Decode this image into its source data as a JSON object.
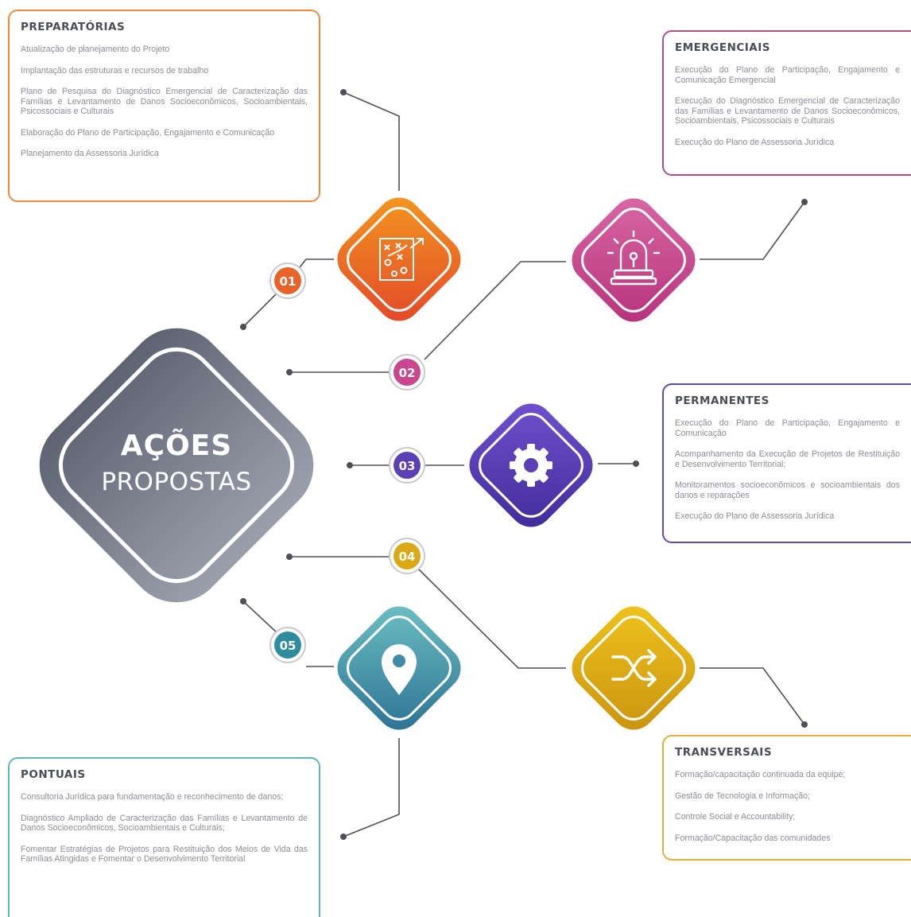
{
  "center": {
    "line1": "AÇÕES",
    "line2": "PROPOSTAS"
  },
  "nodes": [
    {
      "number": "01",
      "icon": "strategy-board-icon",
      "color": "#e8632a"
    },
    {
      "number": "02",
      "icon": "alarm-siren-icon",
      "color": "#c8478f"
    },
    {
      "number": "03",
      "icon": "gear-icon",
      "color": "#5a3fb5"
    },
    {
      "number": "04",
      "icon": "shuffle-arrows-icon",
      "color": "#d9aa16"
    },
    {
      "number": "05",
      "icon": "location-pin-icon",
      "color": "#2e8c9e"
    }
  ],
  "boxes": {
    "preparatorias": {
      "title": "PREPARATÓRIAS",
      "items": [
        "Atualização de planejamento do Projeto",
        "Implantação das estruturas e recursos de trabalho",
        "Plano de Pesquisa do Diagnóstico Emergencial de Caracterização das Famílias e Levantamento de Danos Socioeconômicos, Socioambientais, Psicossociais e Culturais",
        "Elaboração do Plano de Participação, Engajamento e Comunicação",
        "Planejamento da Assessoria Jurídica"
      ]
    },
    "emergenciais": {
      "title": "EMERGENCIAIS",
      "items": [
        "Execução do Plano de Participação, Engajamento e Comunicação Emergencial",
        "Execução do Diagnóstico Emergencial de Caracterização das Famílias e Levantamento de Danos Socioeconômicos, Socioambientais, Psicossociais e Culturais",
        "Execução do Plano de Assessoria Jurídica"
      ]
    },
    "permanentes": {
      "title": "PERMANENTES",
      "items": [
        "Execução do Plano de Participação, Engajamento e Comunicação",
        "Acompanhamento da Execução de Projetos de Restituição e Desenvolvimento Territorial;",
        "Monitoramentos socioeconômicos e socioambientais dos danos e reparações",
        "Execução do Plano de Assessoria Jurídica"
      ]
    },
    "transversais": {
      "title": "TRANSVERSAIS",
      "items": [
        "Formação/capacitação continuada da equipe;",
        "Gestão de Tecnologia e Informação;",
        "Controle Social e Accountability;",
        "Formação/Capacitação das comunidades"
      ]
    },
    "pontuais": {
      "title": "PONTUAIS",
      "items": [
        "Consultoria Jurídica para fundamentação e reconhecimento de danos;",
        "Diagnóstico Ampliado de Caracterização das Famílias e Levantamento de Danos Socioeconômicos, Socioambientais e Culturais;",
        "Fomentar Estratégias de Projetos para Restituição dos Meios de Vida das Famílias Atingidas e Fomentar o Desenvolvimento Territorial"
      ]
    }
  }
}
